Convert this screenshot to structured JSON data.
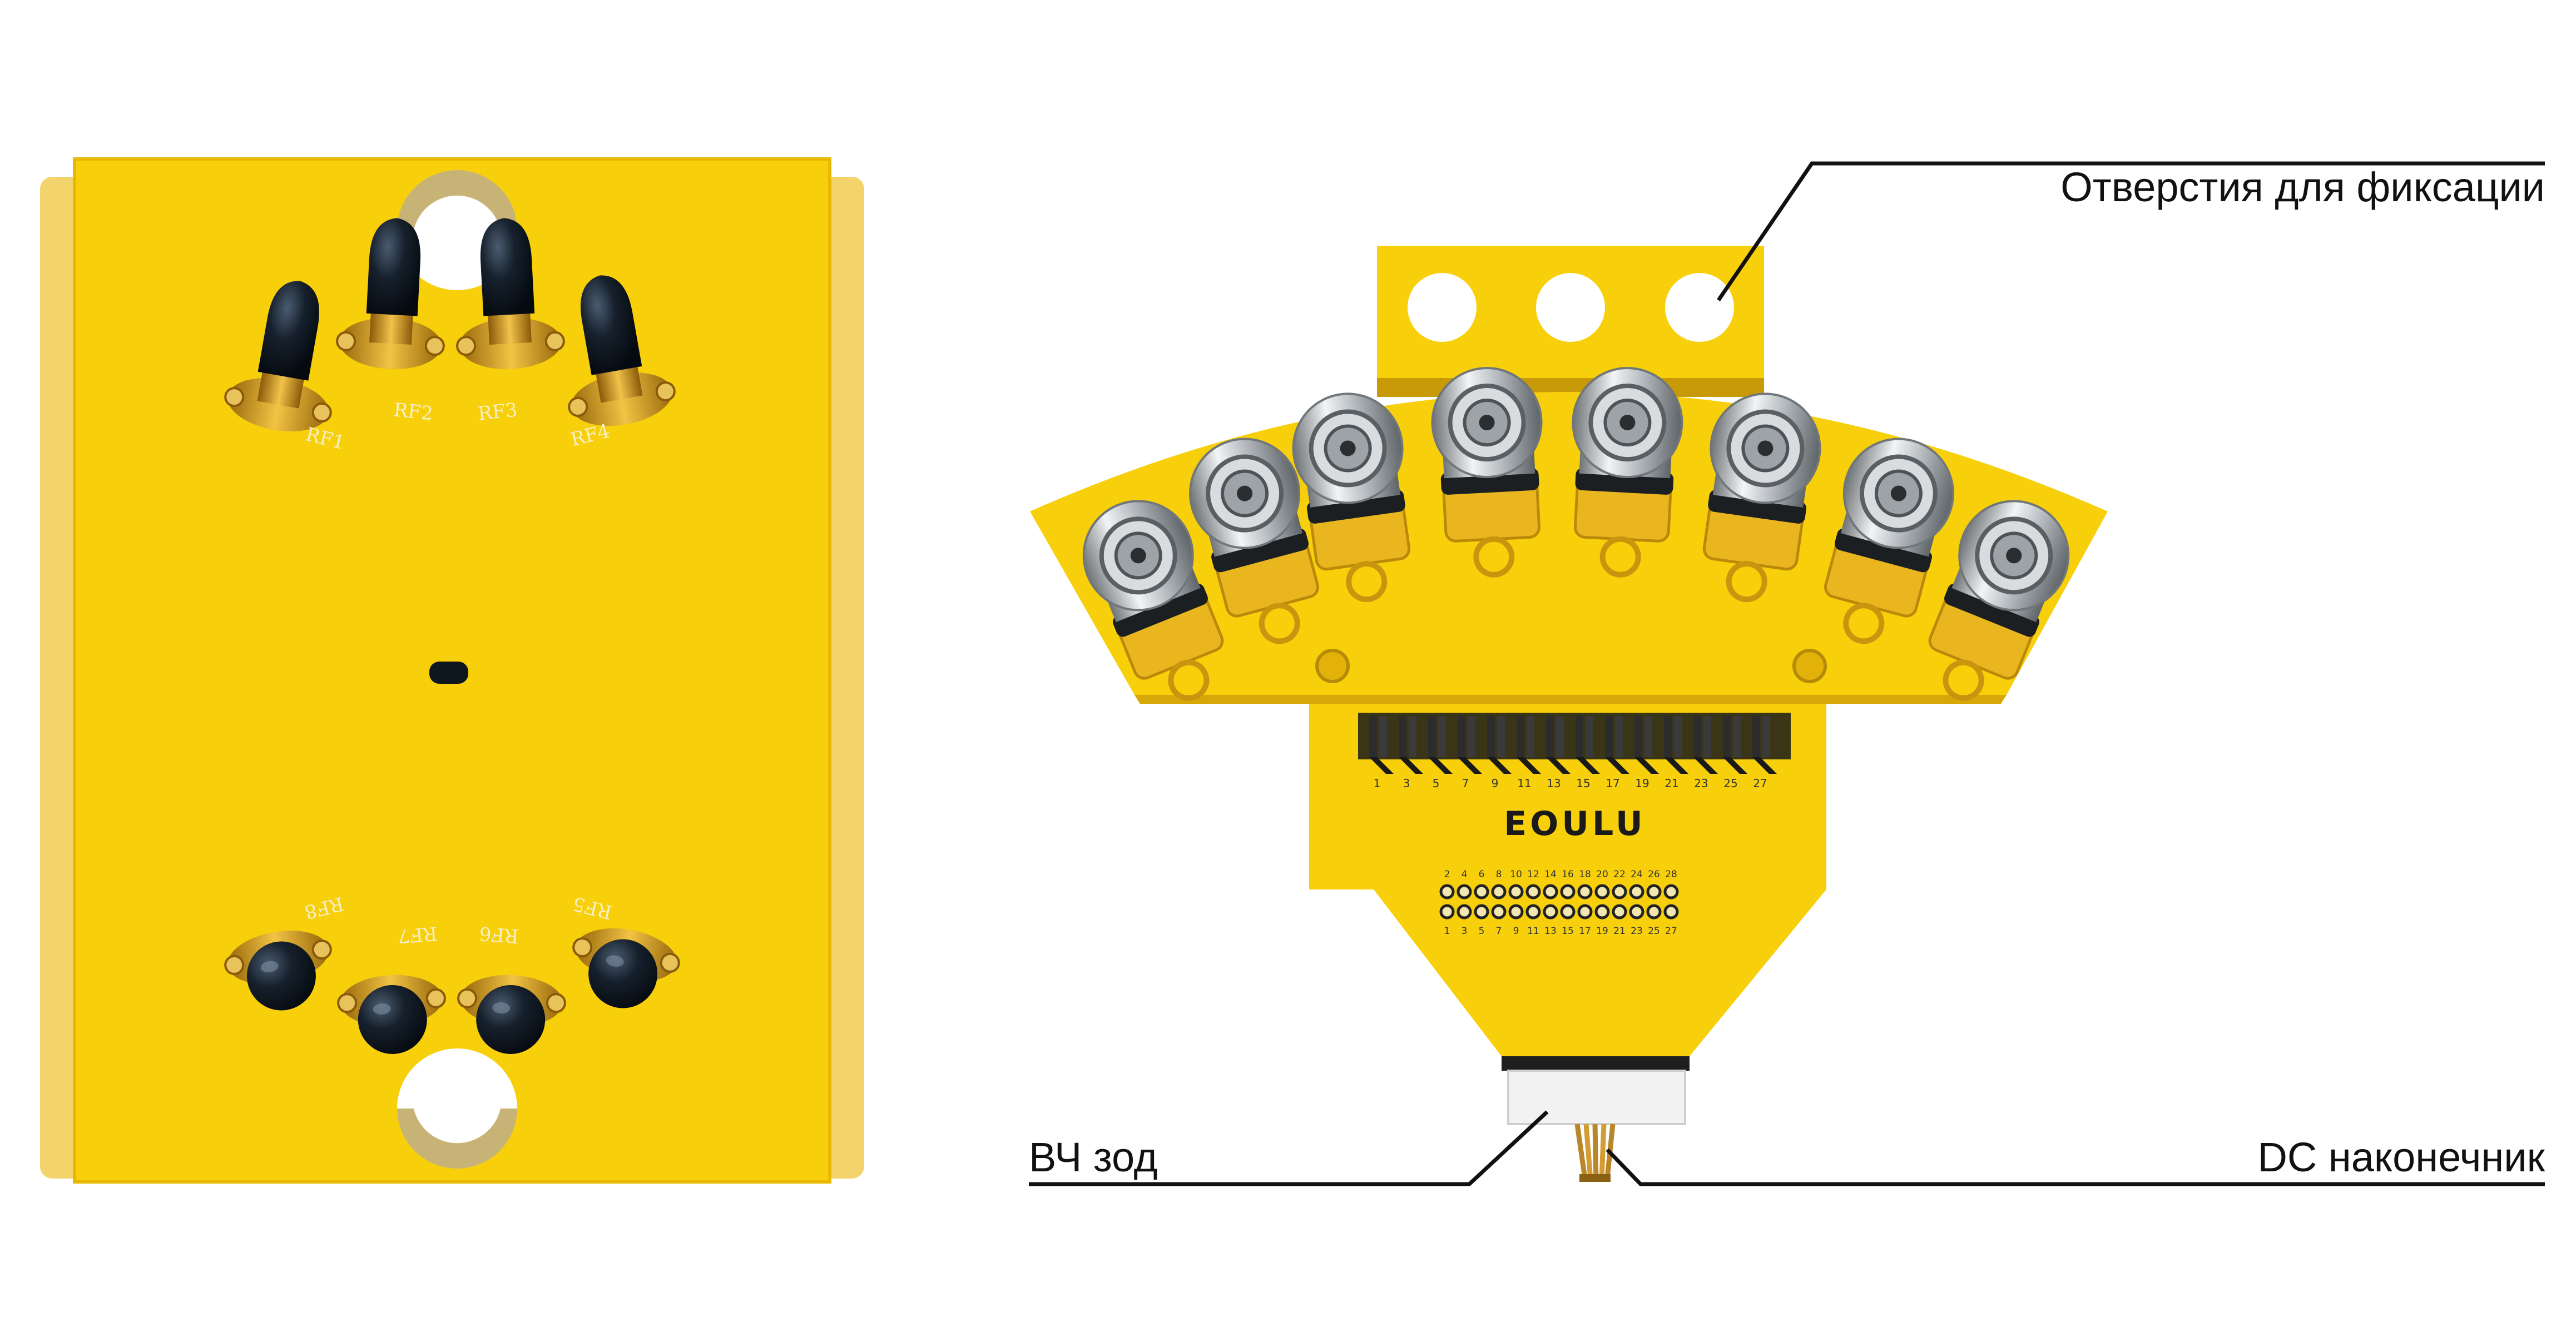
{
  "colors": {
    "board": "#F7CF0A",
    "board_edge": "#E9B800",
    "board_shadow": "#F3D36B",
    "connector_black": "#0E1620",
    "gold": "#C08A1B",
    "line": "#111111"
  },
  "left_board": {
    "top_labels": [
      "RF1",
      "RF2",
      "RF3",
      "RF4"
    ],
    "bottom_labels": [
      "RF8",
      "RF7",
      "RF6",
      "RF5"
    ]
  },
  "right_probe": {
    "brand": "EOULU",
    "header_numbers": [
      "1",
      "3",
      "5",
      "7",
      "9",
      "11",
      "13",
      "15",
      "17",
      "19",
      "21",
      "23",
      "25",
      "27"
    ],
    "pad_numbers_top": [
      "2",
      "4",
      "6",
      "8",
      "10",
      "12",
      "14",
      "16",
      "18",
      "20",
      "22",
      "24",
      "26",
      "28"
    ],
    "pad_numbers_bottom": [
      "1",
      "3",
      "5",
      "7",
      "9",
      "11",
      "13",
      "15",
      "17",
      "19",
      "21",
      "23",
      "25",
      "27"
    ]
  },
  "callouts": {
    "fixing_holes": "Отверстия для фиксации",
    "rf_probe": "ВЧ зод",
    "dc_tip": "DC наконечник"
  }
}
